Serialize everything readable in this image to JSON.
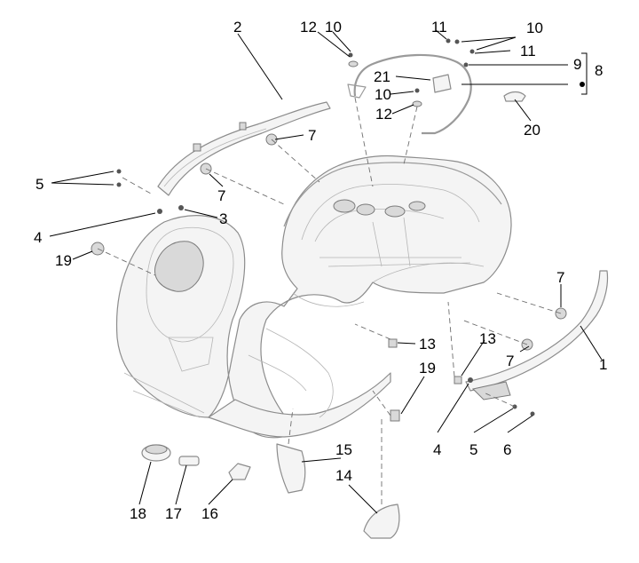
{
  "callouts": {
    "c1": "1",
    "c2": "2",
    "c3": "3",
    "c4a": "4",
    "c4b": "4",
    "c5a": "5",
    "c5b": "5",
    "c6": "6",
    "c7a": "7",
    "c7b": "7",
    "c7c": "7",
    "c7d": "7",
    "c8": "8",
    "c9": "9",
    "c10a": "10",
    "c10b": "10",
    "c10c": "10",
    "c11a": "11",
    "c11b": "11",
    "c12a": "12",
    "c12b": "12",
    "c13a": "13",
    "c13b": "13",
    "c14": "14",
    "c15": "15",
    "c16": "16",
    "c17": "17",
    "c18": "18",
    "c19a": "19",
    "c19b": "19",
    "c20": "20",
    "c21": "21"
  },
  "colors": {
    "line": "#000000",
    "part": "#8c8c8c",
    "background": "#ffffff"
  }
}
